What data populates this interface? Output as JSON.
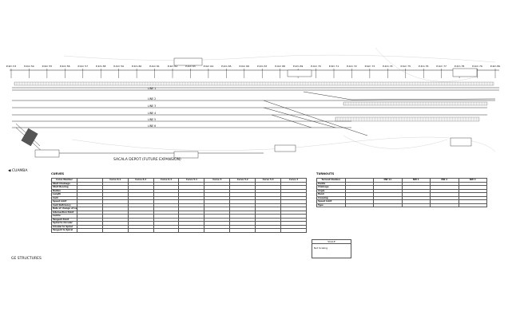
{
  "drawing": {
    "chainages": [
      "P-Km 53",
      "P-Km 54",
      "P-Km 55",
      "P-Km 56",
      "P-Km 57",
      "P-Km 58",
      "P-Km 59",
      "P-Km 60",
      "P-Km 61",
      "P-Km 62",
      "P-Km 63",
      "P-Km 64",
      "P-Km 65",
      "P-Km 66",
      "P-Km 67",
      "P-Km 68",
      "P-Km 69",
      "P-Km 70",
      "P-Km 71",
      "P-Km 72",
      "P-Km 73",
      "P-Km 74",
      "P-Km 75",
      "P-Km 76",
      "P-Km 77",
      "P-Km 78",
      "P-Km 79",
      "P-Km 80"
    ],
    "lines": [
      "LINE 1",
      "LINE 2",
      "LINE 3",
      "LINE 4",
      "LINE 5",
      "LINE 6"
    ],
    "depot_label": "SACALA DEPOT (FUTURE EXPANSION)",
    "direction_label": "CUAMBA",
    "structures_label": "GE STRUCTURES"
  },
  "curves": {
    "title": "CURVES",
    "headers": [
      "Curve Number",
      "",
      "Curve 6.1",
      "Curve 6.2",
      "Curve 6.3",
      "Curve 5.1",
      "Curve 5",
      "Curve 5.2",
      "Curve 5.3",
      "Curve 4"
    ],
    "rows": [
      [
        "Start Chainage",
        "",
        "",
        "",
        "",
        "",
        "",
        "",
        "",
        ""
      ],
      [
        "Start Bearing",
        "",
        "",
        "",
        "",
        "",
        "",
        "",
        "",
        ""
      ],
      [
        "Radius",
        "",
        "",
        "",
        "",
        "",
        "",
        "",
        "",
        ""
      ],
      [
        "Length",
        "",
        "",
        "",
        "",
        "",
        "",
        "",
        "",
        ""
      ],
      [
        "Cant",
        "",
        "",
        "",
        "",
        "",
        "",
        "",
        "",
        ""
      ],
      [
        "Speed Limit",
        "",
        "",
        "",
        "",
        "",
        "",
        "",
        "",
        ""
      ],
      [
        "Cant Deficiency",
        "",
        "",
        "",
        "",
        "",
        "",
        "",
        "",
        ""
      ],
      [
        "Rate of change of cant",
        "",
        "",
        "",
        "",
        "",
        "",
        "",
        "",
        ""
      ],
      [
        "Intersection Point",
        "",
        "",
        "",
        "",
        "",
        "",
        "",
        "",
        ""
      ],
      [
        "Centre",
        "",
        "",
        "",
        "",
        "",
        "",
        "",
        "",
        ""
      ],
      [
        "Tangent Point",
        "",
        "",
        "",
        "",
        "",
        "",
        "",
        "",
        ""
      ],
      [
        "Spiral to Circular",
        "",
        "",
        "",
        "",
        "",
        "",
        "",
        "",
        ""
      ],
      [
        "Circular to Spiral",
        "",
        "",
        "",
        "",
        "",
        "",
        "",
        "",
        ""
      ],
      [
        "Tangent to Spiral",
        "",
        "",
        "",
        "",
        "",
        "",
        "",
        "",
        ""
      ]
    ]
  },
  "turnouts": {
    "title": "TURNOUTS",
    "headers": [
      "Turnout Number",
      "",
      "NW 11",
      "NW 1",
      "NW 2",
      "NW 3"
    ],
    "rows": [
      [
        "Points",
        "",
        "",
        "",
        "",
        ""
      ],
      [
        "Chainage",
        "",
        "",
        "",
        "",
        ""
      ],
      [
        "Angle",
        "",
        "",
        "",
        "",
        ""
      ],
      [
        "Hand",
        "",
        "",
        "",
        "",
        ""
      ],
      [
        "Crossing",
        "",
        "",
        "",
        "",
        ""
      ],
      [
        "Speed Limit",
        "",
        "",
        "",
        "",
        ""
      ],
      [
        "Type",
        "",
        "",
        "",
        "",
        ""
      ]
    ]
  },
  "scale": {
    "title": "SCALE",
    "label": "Not Scaling"
  }
}
